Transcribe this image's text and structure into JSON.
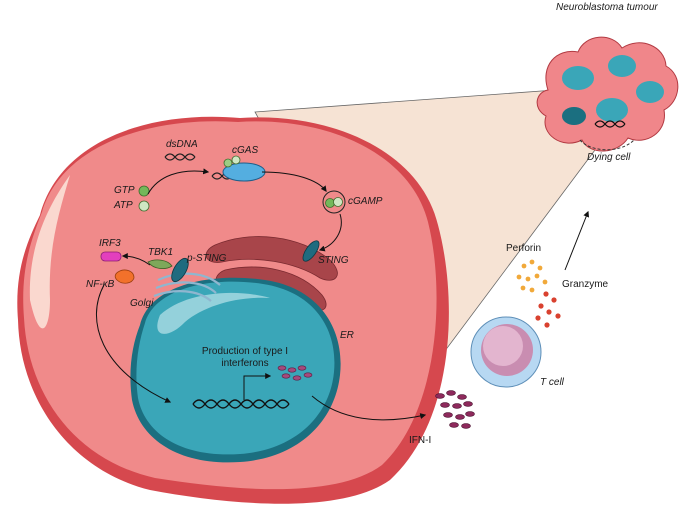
{
  "labels": {
    "tumour": "Neuroblastoma tumour",
    "dying_cell": "Dying cell",
    "dsdna": "dsDNA",
    "cgas": "cGAS",
    "gtp": "GTP",
    "atp": "ATP",
    "cgamp": "cGAMP",
    "sting": "STING",
    "p_sting": "p-STING",
    "tbk1": "TBK1",
    "irf3": "IRF3",
    "nfkb": "NF-κB",
    "golgi": "Golgi",
    "er": "ER",
    "production": "Production of type I interferons",
    "perforin": "Perforin",
    "granzyme": "Granzyme",
    "t_cell": "T cell",
    "ifn": "IFN-I"
  },
  "colors": {
    "cell": "#f08a8a",
    "cell_dark": "#d6484e",
    "nucleus": "#3aa6b8",
    "nucleus_dark": "#1b6f80",
    "er": "#a8454a",
    "wedge": "#f6e3d4",
    "perforin": "#f1a93a",
    "granzyme": "#d9412f",
    "ifn": "#8e2a5c"
  },
  "icons": [
    "dna-helix-icon",
    "enzyme-icon",
    "nucleotide-icon",
    "receptor-icon",
    "t-cell-icon",
    "cytokine-icon"
  ]
}
